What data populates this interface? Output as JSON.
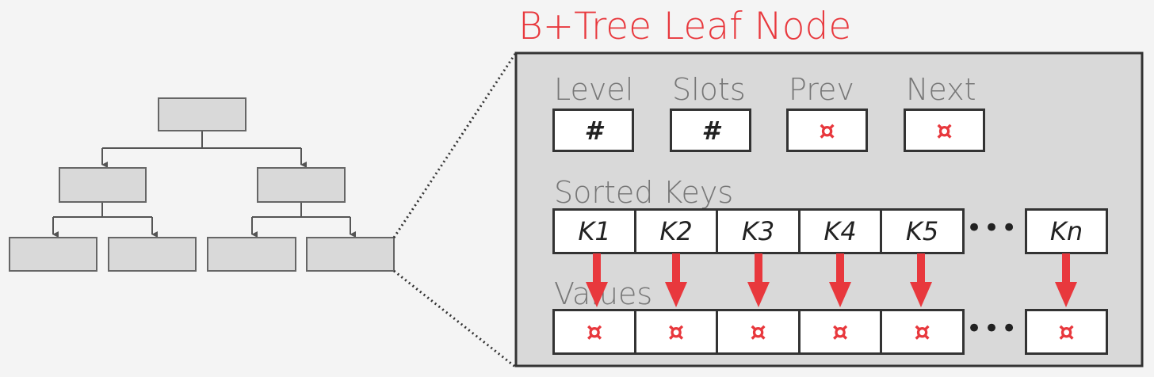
{
  "title": "B+Tree Leaf Node",
  "header_fields": [
    {
      "label": "Level",
      "value": "#"
    },
    {
      "label": "Slots",
      "value": "#"
    },
    {
      "label": "Prev",
      "value": "¤"
    },
    {
      "label": "Next",
      "value": "¤"
    }
  ],
  "sorted_keys_label": "Sorted Keys",
  "values_label": "Values",
  "keys": [
    "K1",
    "K2",
    "K3",
    "K4",
    "K5",
    "Kn"
  ],
  "values": [
    "¤",
    "¤",
    "¤",
    "¤",
    "¤",
    "¤"
  ],
  "ellipsis": "•••",
  "colors": {
    "accent": "#e8383d",
    "node_fill": "#d9d9d9",
    "panel_fill": "#d9d9d9"
  }
}
